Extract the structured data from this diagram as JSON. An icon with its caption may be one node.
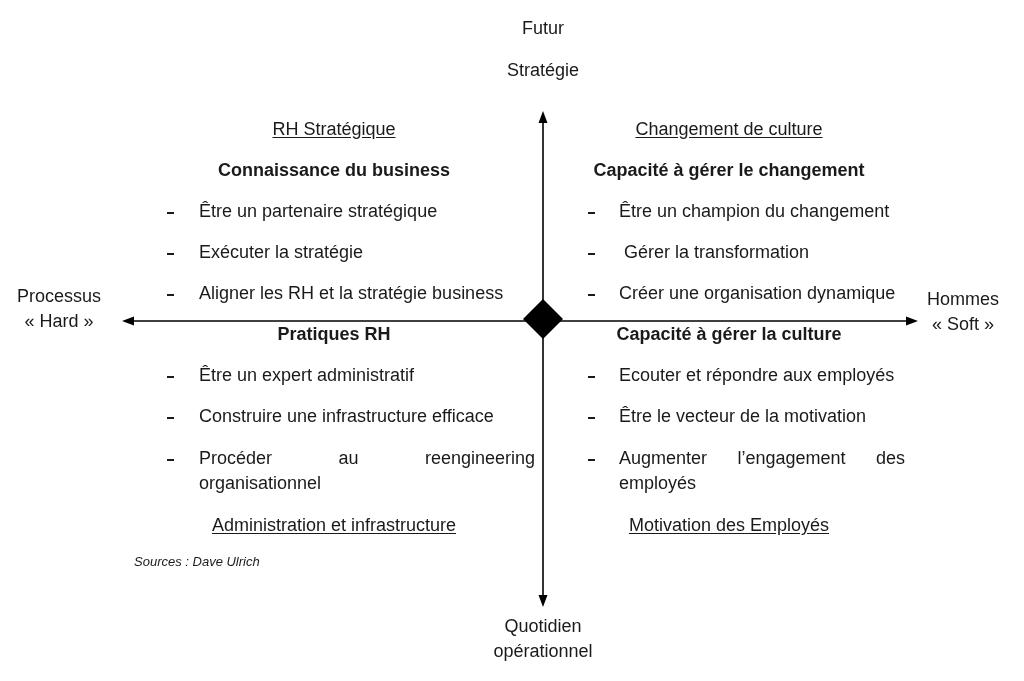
{
  "diagram": {
    "nodes": [
      {
        "text": [],
        "shape": "diamond"
      }
    ],
    "labels": [
      "Futur",
      "Stratégie",
      "RH Stratégique",
      "Connaissance du business",
      "Être un partenaire stratégique",
      "Exécuter la stratégie",
      "Aligner les RH et la stratégie business",
      "Changement de culture",
      "Capacité à gérer le changement",
      "Être un champion du changement",
      "Gérer la transformation",
      "Créer une organisation dynamique",
      "Processus « Hard »",
      "Hommes « Soft »",
      "Pratiques RH",
      "Être un expert administratif",
      "Construire une infrastructure efficace",
      "Procéder au reengineering organisationnel",
      "Administration et infrastructure",
      "Capacité à gérer la culture",
      "Ecouter et répondre aux employés",
      "Être le vecteur de la motivation",
      "Augmenter l’engagement des employés",
      "Motivation des Employés",
      "Sources : Dave Ulrich",
      "Quotidien opérationnel"
    ]
  }
}
